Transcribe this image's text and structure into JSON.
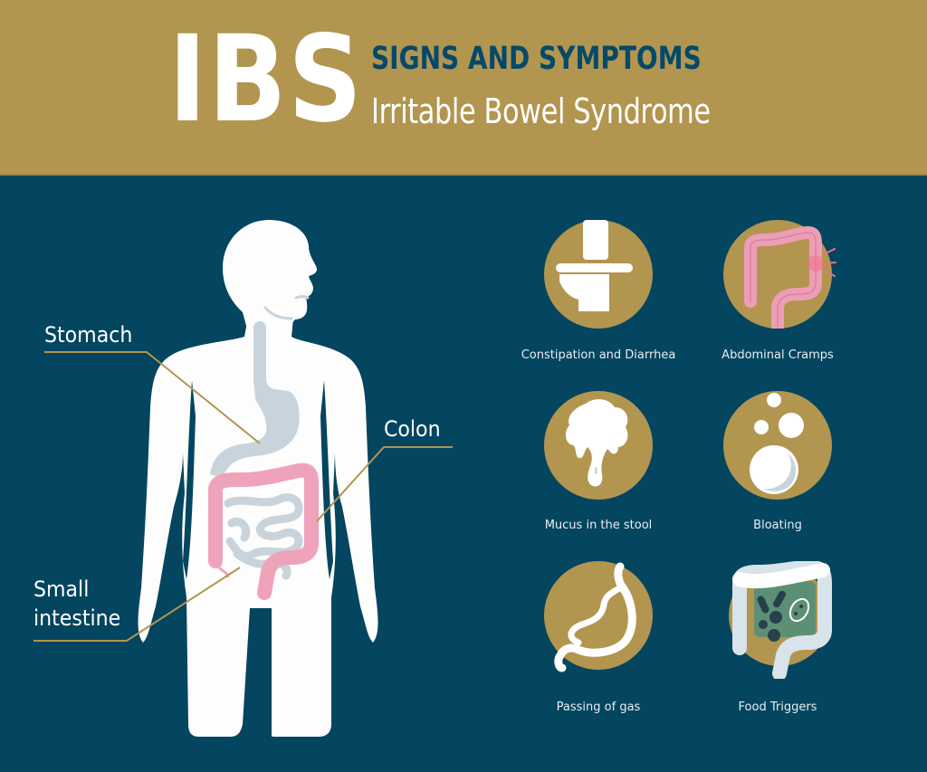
{
  "header": {
    "acronym": "IBS",
    "title": "SIGNS AND SYMPTOMS",
    "subtitle": "Irritable Bowel Syndrome"
  },
  "anatomy": {
    "labels": [
      {
        "id": "stomach",
        "text": "Stomach"
      },
      {
        "id": "colon",
        "text": "Colon"
      },
      {
        "id": "small_intestine_line1",
        "text": "Small"
      },
      {
        "id": "small_intestine_line2",
        "text": "intestine"
      }
    ]
  },
  "symptoms": [
    {
      "label": "Constipation and Diarrhea",
      "icon": "toilet-icon"
    },
    {
      "label": "Abdominal Cramps",
      "icon": "colon-cramp-icon"
    },
    {
      "label": "Mucus in the stool",
      "icon": "mucus-drip-icon"
    },
    {
      "label": "Bloating",
      "icon": "bubbles-icon"
    },
    {
      "label": "Passing of gas",
      "icon": "stomach-outline-icon"
    },
    {
      "label": "Food Triggers",
      "icon": "bacteria-colon-icon"
    }
  ],
  "colors": {
    "gold": "#b2954f",
    "navy": "#04455f",
    "title_blue": "#05496a",
    "organ_gray": "#c9d3db",
    "colon_pink": "#efa3ba",
    "body_white": "#fdfdfd"
  }
}
